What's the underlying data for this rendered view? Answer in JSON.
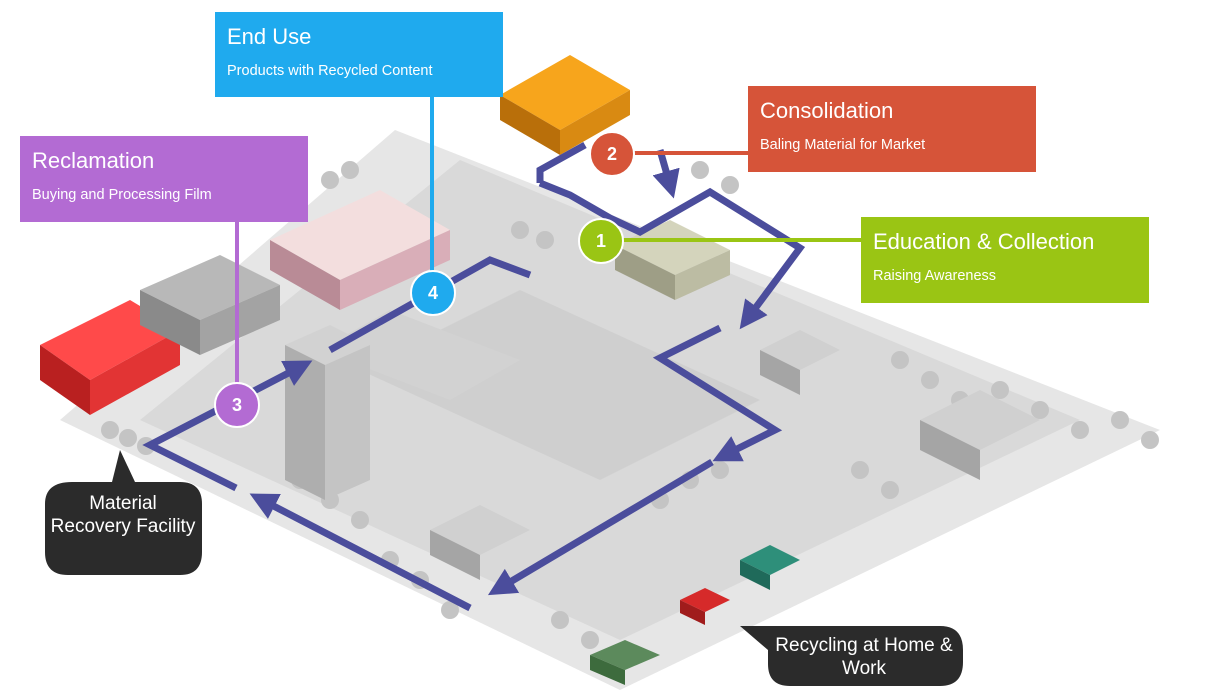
{
  "callouts": {
    "end_use": {
      "title": "End Use",
      "subtitle": "Products with Recycled Content"
    },
    "consolidation": {
      "title": "Consolidation",
      "subtitle": "Baling Material for Market"
    },
    "reclamation": {
      "title": "Reclamation",
      "subtitle": "Buying and Processing Film"
    },
    "education": {
      "title": "Education & Collection",
      "subtitle": "Raising Awareness"
    }
  },
  "badges": {
    "one": "1",
    "two": "2",
    "three": "3",
    "four": "4"
  },
  "bubbles": {
    "mrf": "Material Recovery Facility",
    "home_work": "Recycling at Home & Work"
  },
  "colors": {
    "end_use": "#1faaee",
    "consolidation": "#d65439",
    "reclamation": "#b36bd3",
    "education": "#9ac514",
    "route": "#4b4d9c",
    "bubble": "#2b2b2b"
  }
}
